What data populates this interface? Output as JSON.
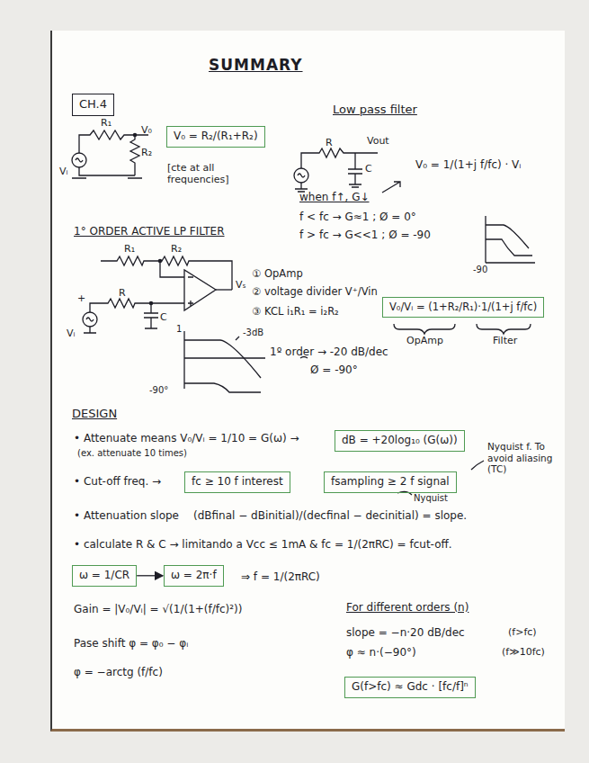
{
  "diagram": {
    "title": "SUMMARY",
    "nodes": [
      {
        "text": [
          "CH.4"
        ]
      },
      {
        "text": [
          "V₀ = R₂/(R₁+R₂)"
        ]
      },
      {
        "text": [
          "V₀/Vᵢ = (1+R₂/R₁)·1/(1+j f/fc)"
        ]
      },
      {
        "text": [
          "dB = +20log₁₀ (G(ω))"
        ]
      },
      {
        "text": [
          "fc ≥ 10 f interest"
        ]
      },
      {
        "text": [
          "fsampling ≥ 2 f signal"
        ]
      },
      {
        "text": [
          "ω = 1/CR"
        ]
      },
      {
        "text": [
          "ω = 2π·f"
        ]
      },
      {
        "text": [
          "G(f>fc) ≈ Gdc · [fc/f]ⁿ"
        ]
      }
    ],
    "edges": [
      {
        "from": 6,
        "to": 7,
        "arrow": "to"
      }
    ],
    "labels": [
      "[cte at all frequencies]",
      "R₁",
      "Vᵢ",
      "R₂",
      "V₀",
      "Low pass filter",
      "R",
      "Vout",
      "C",
      "V₀ = 1/(1+j f/fc) · Vᵢ",
      "when f↑, G↓",
      "f < fc → G≈1 ; Ø = 0°",
      "f > fc → G<<1 ; Ø = -90",
      "-90",
      "1° ORDER ACTIVE LP FILTER",
      "R₁",
      "R₂",
      "R",
      "+",
      "Vᵢ",
      "C",
      "Vₛ",
      "① OpAmp",
      "② voltage divider V⁺/Vin",
      "③ KCL  i₁R₁ = i₂R₂",
      "OpAmp",
      "Filter",
      "1",
      "-3dB",
      "-90°",
      "1º order → -20 dB/dec",
      "Ø = -90°",
      "DESIGN",
      "• Attenuate means V₀/Vᵢ = 1/10 = G(ω) →",
      "(ex. attenuate 10 times)",
      "• Cut-off freq. →",
      "Nyquist f. To avoid aliasing (TC)",
      "Nyquist",
      "• Attenuation slope",
      "(dBfinal − dBinitial)/(decfinal − decinitial) = slope.",
      "• calculate R & C → limitando a Vcc ≤ 1mA & fc = 1/(2πRC) = fcut-off.",
      "⇒ f = 1/(2πRC)",
      "Gain = |V₀/Vᵢ| = √(1/(1+(f/fc)²))",
      "Pase shift  φ = φ₀ − φᵢ",
      "φ = −arctg (f/fc)",
      "For different orders (n)",
      "slope = −n·20 dB/dec",
      "(f>fc)",
      "φ ≈ n·(−90°)",
      "(f≫10fc)"
    ]
  }
}
